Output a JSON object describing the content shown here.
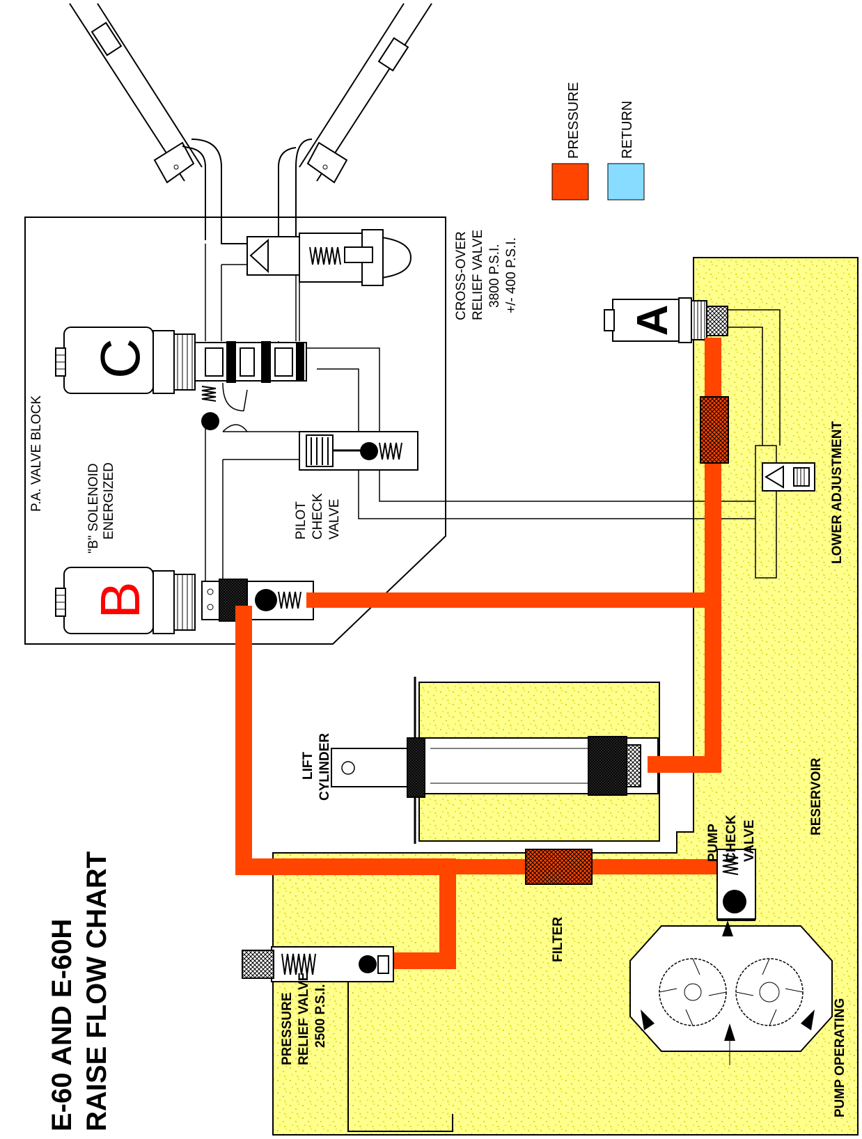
{
  "title": {
    "line1": "E-60 AND E-60H",
    "line2": "RAISE FLOW CHART"
  },
  "legend": {
    "pressure_label": "PRESSURE",
    "return_label": "RETURN",
    "pressure_color": "#ff4500",
    "return_color": "#87dcff"
  },
  "labels": {
    "valve_block": "P.A. VALVE BLOCK",
    "solenoid_line1": "\"B\" SOLENOID",
    "solenoid_line2": "ENERGIZED",
    "pilot_line1": "PILOT",
    "pilot_line2": "CHECK",
    "pilot_line3": "VALVE",
    "crossover_line1": "CROSS-OVER",
    "crossover_line2": "RELIEF VALVE",
    "crossover_line3": "3800 P.S.I.",
    "crossover_line4": "+/- 400 P.S.I.",
    "lower_adjustment": "LOWER ADJUSTMENT",
    "lift_line1": "LIFT",
    "lift_line2": "CYLINDER",
    "reservoir": "RESERVOIR",
    "pump_check_line1": "PUMP",
    "pump_check_line2": "CHECK",
    "pump_check_line3": "VALVE",
    "filter": "FILTER",
    "pressure_relief_line1": "PRESSURE",
    "pressure_relief_line2": "RELIEF VALVE",
    "pressure_relief_line3": "2500 P.S.I.",
    "pump_operating": "PUMP OPERATING"
  },
  "solenoids": {
    "a": "A",
    "b": "B",
    "c": "C"
  },
  "colors": {
    "reservoir_fill": "#ffff8c",
    "solenoid_b_letter": "#ff0000"
  }
}
